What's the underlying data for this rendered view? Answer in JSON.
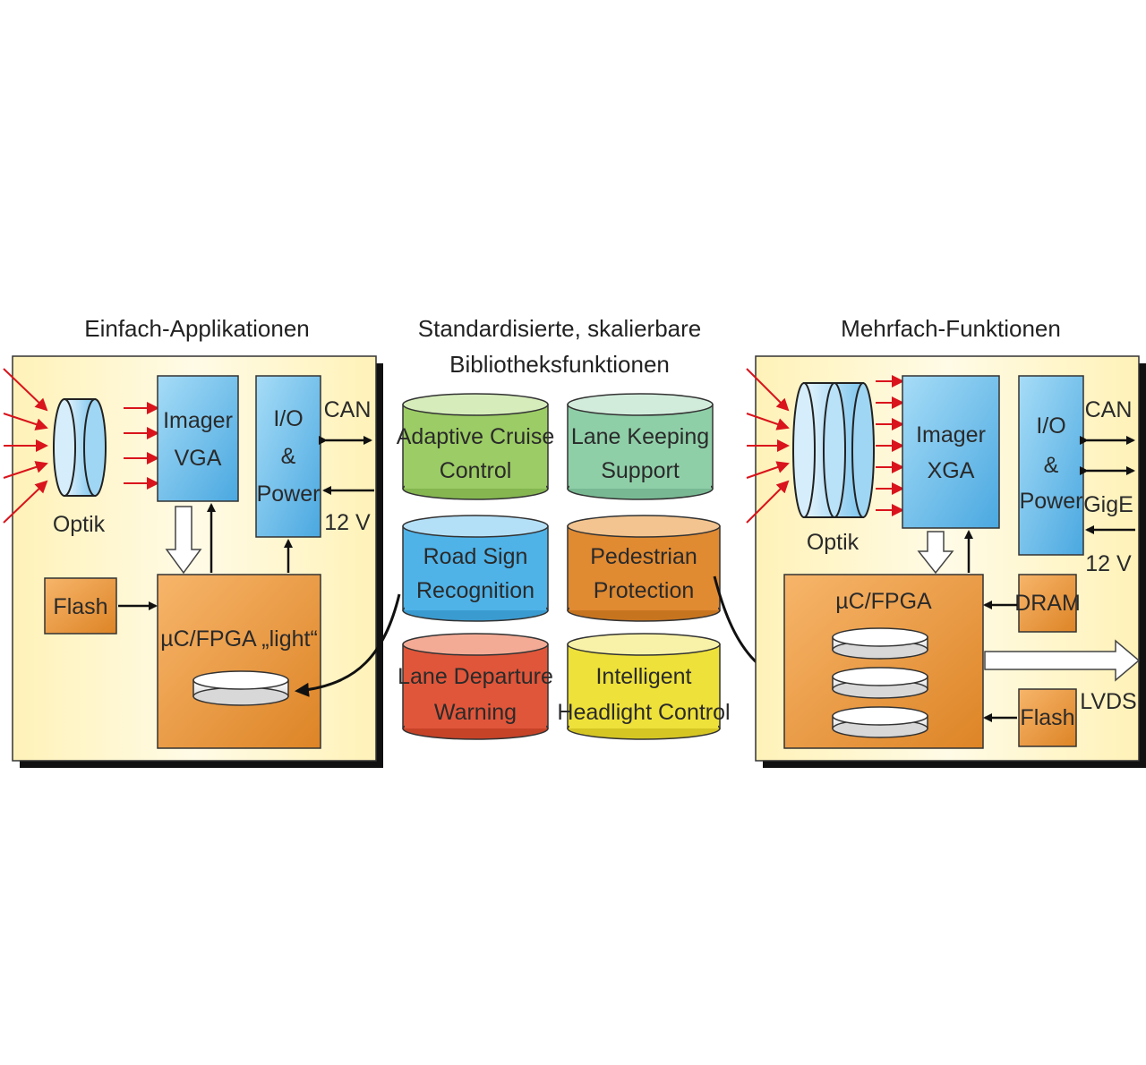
{
  "titles": {
    "left": "Einfach-Applikationen",
    "center_line1": "Standardisierte, skalierbare",
    "center_line2": "Bibliotheksfunktionen",
    "right": "Mehrfach-Funktionen"
  },
  "left_panel": {
    "optik": "Optik",
    "imager_line1": "Imager",
    "imager_line2": "VGA",
    "io_line1": "I/O",
    "io_line2": "&",
    "io_line3": "Power",
    "can": "CAN",
    "v12": "12 V",
    "flash": "Flash",
    "processor": "µC/FPGA „light“"
  },
  "library": [
    {
      "line1": "Adaptive Cruise",
      "line2": "Control",
      "color": "#9ccc65"
    },
    {
      "line1": "Lane Keeping",
      "line2": "Support",
      "color": "#8fcfa8"
    },
    {
      "line1": "Road Sign",
      "line2": "Recognition",
      "color": "#4fb3e8"
    },
    {
      "line1": "Pedestrian",
      "line2": "Protection",
      "color": "#e08a32"
    },
    {
      "line1": "Lane Departure",
      "line2": "Warning",
      "color": "#e0563a"
    },
    {
      "line1": "Intelligent",
      "line2": "Headlight Control",
      "color": "#eee13a"
    }
  ],
  "right_panel": {
    "optik": "Optik",
    "imager_line1": "Imager",
    "imager_line2": "XGA",
    "io_line1": "I/O",
    "io_line2": "&",
    "io_line3": "Power",
    "can": "CAN",
    "gige": "GigE",
    "v12": "12 V",
    "processor": "µC/FPGA",
    "dram": "DRAM",
    "flash": "Flash",
    "lvds": "LVDS"
  },
  "colors": {
    "panel": "#fff7c8",
    "block_blue": "#7cc7ee",
    "block_orange": "#eb9a44",
    "arrow_red": "#d9141c"
  }
}
